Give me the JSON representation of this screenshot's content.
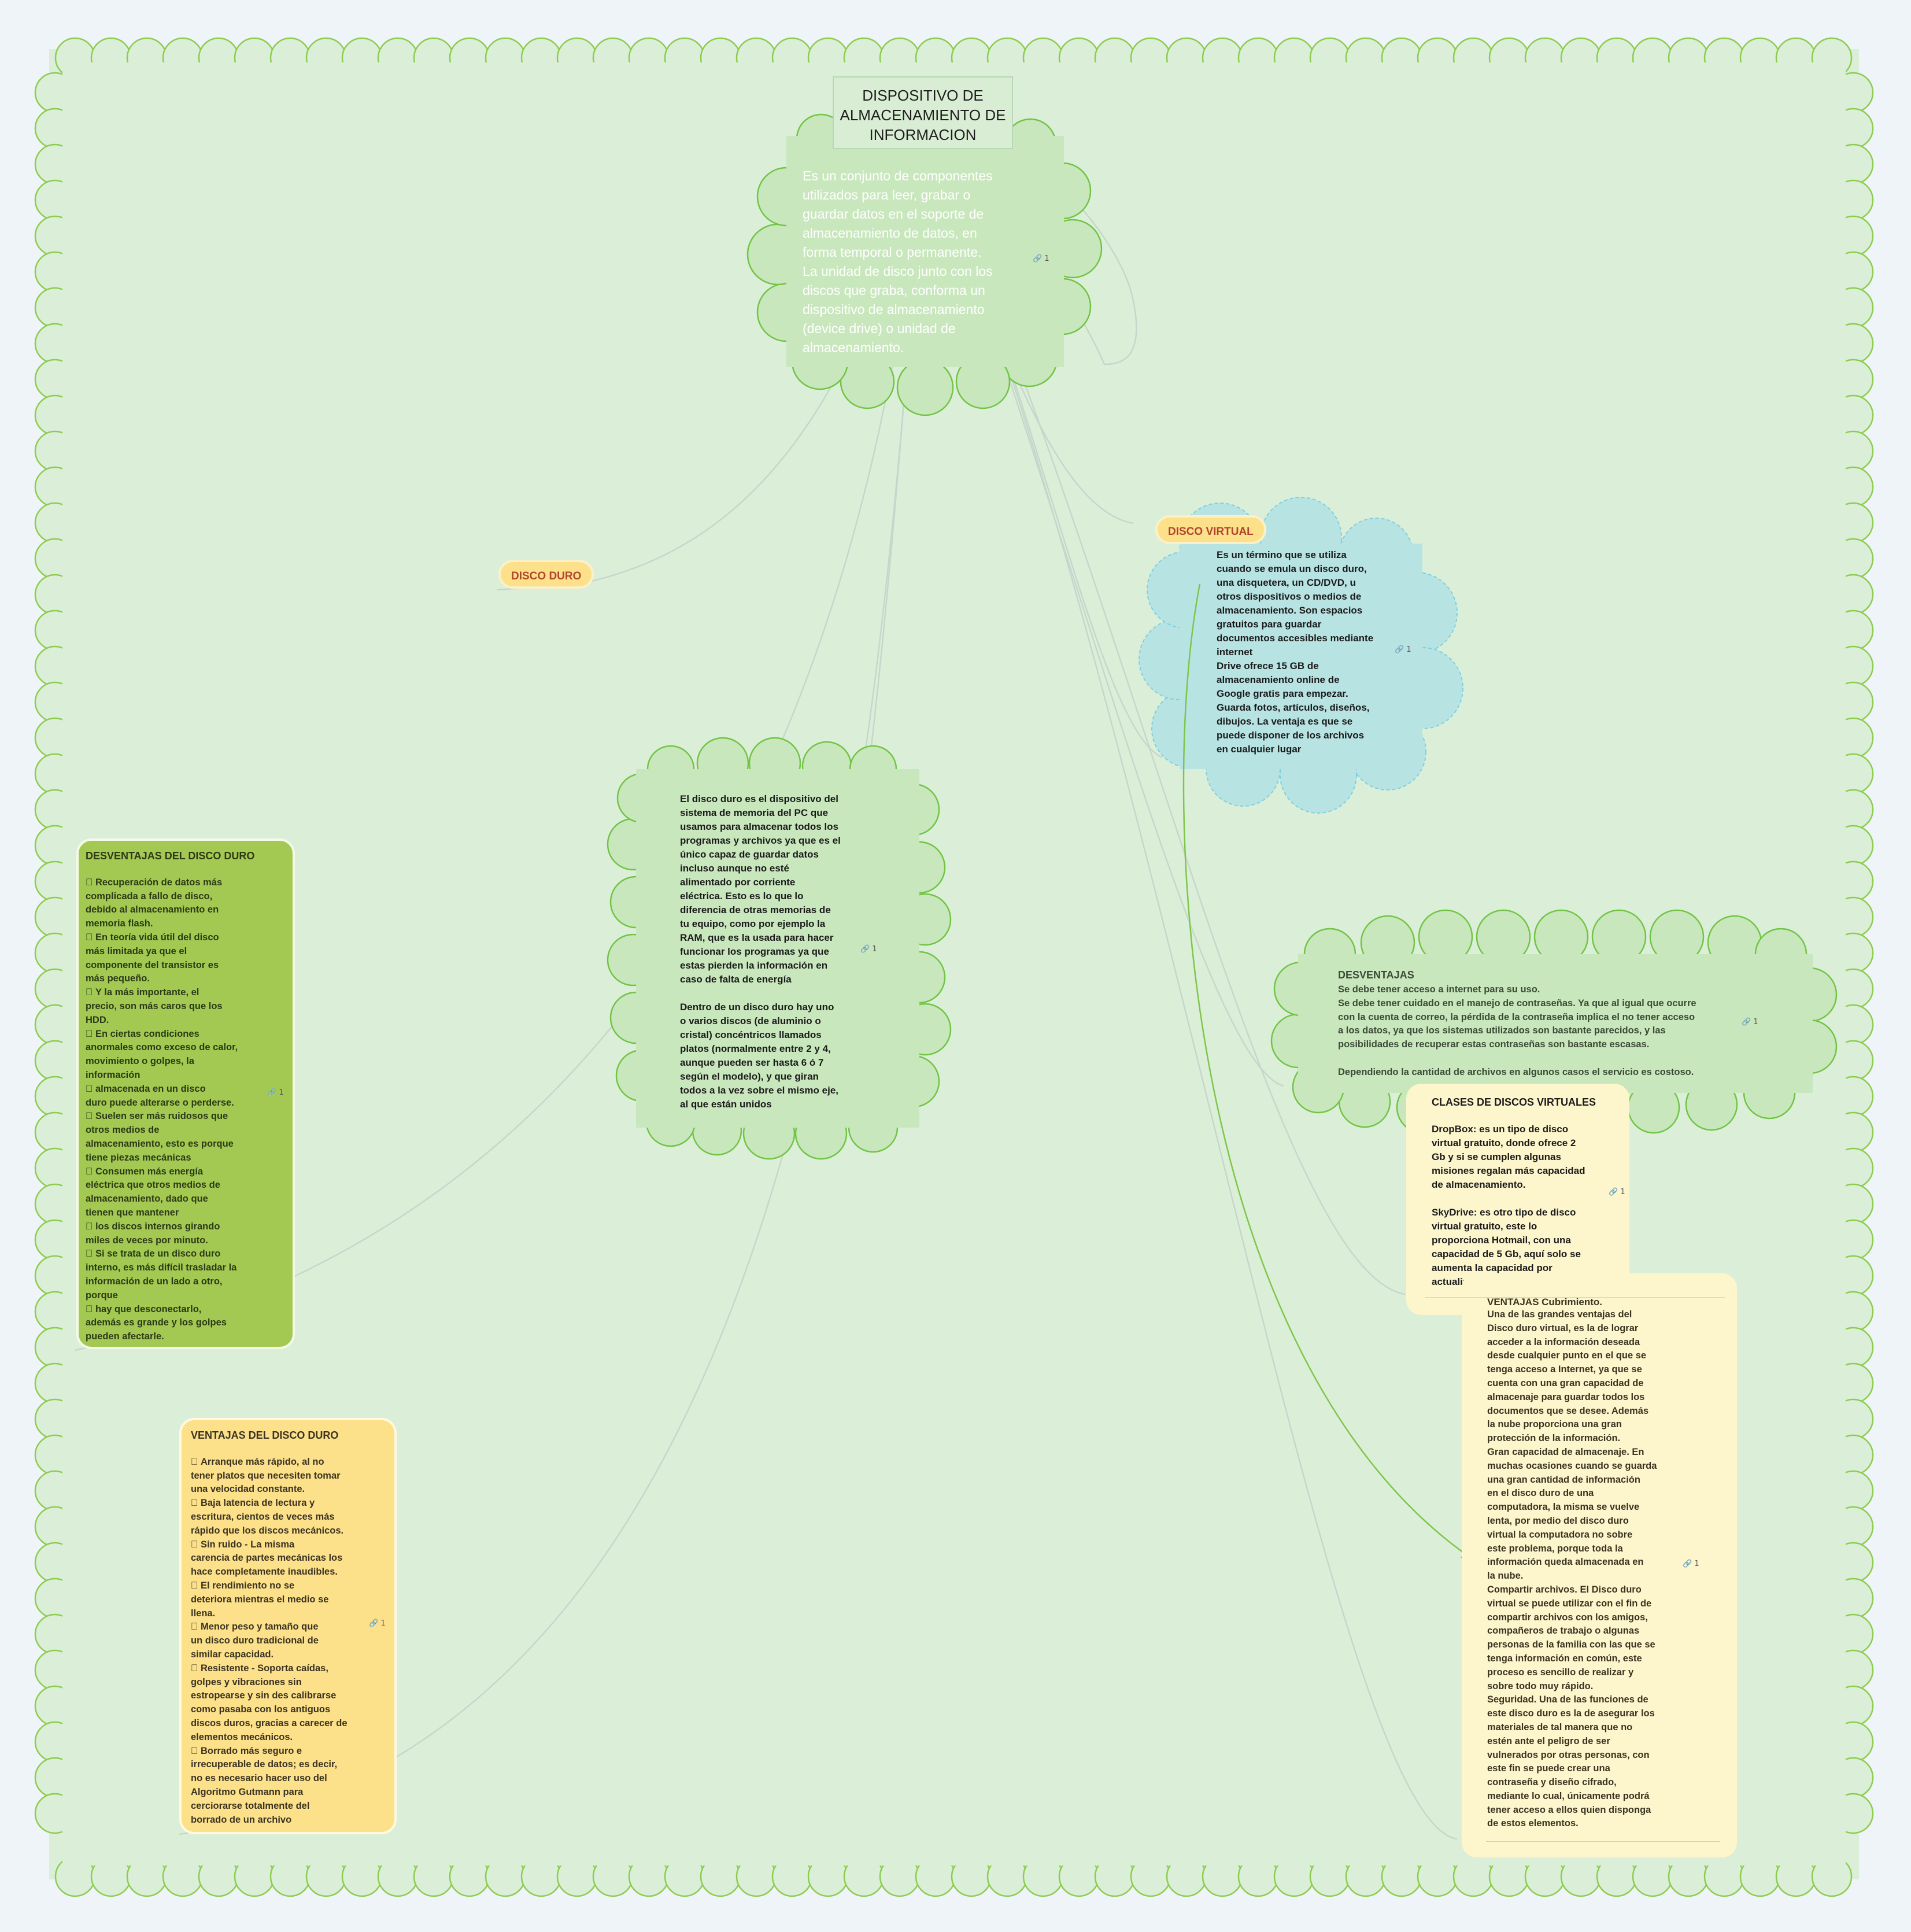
{
  "root": {
    "title": "DISPOSITIVO DE\nALMACENAMIENTO DE\nINFORMACION",
    "description": "Es un conjunto de componentes\nutilizados para leer, grabar o\nguardar datos en el soporte de\nalmacenamiento de datos, en\nforma temporal o permanente.\nLa unidad de disco junto con los\ndiscos que graba, conforma un\ndispositivo de almacenamiento\n(device drive) o unidad de\nalmacenamiento."
  },
  "topics": {
    "disco_duro": "DISCO DURO",
    "disco_virtual": "DISCO VIRTUAL"
  },
  "disco_duro_desc": "El disco duro es el dispositivo del\nsistema de memoria  del PC que\nusamos para almacenar todos los\nprogramas y archivos ya que es el\núnico capaz de guardar datos\nincluso aunque no esté\nalimentado por corriente\neléctrica. Esto es lo que lo\ndiferencia de otras memorias de\ntu equipo, como por ejemplo la\nRAM, que es la usada para hacer\nfuncionar los programas ya que\nestas pierden la información en\ncaso de falta de energía\n\nDentro de un disco duro hay uno\no varios discos (de aluminio o\ncristal) concéntricos llamados\nplatos (normalmente entre 2 y 4,\naunque pueden ser hasta 6 ó 7\nsegún el modelo), y que giran\ntodos a la vez sobre el mismo eje,\nal que están unidos",
  "disco_virtual_desc": "Es un término que se utiliza\ncuando se emula un disco duro,\nuna disquetera, un CD/DVD, u\notros dispositivos o medios de\nalmacenamiento. Son  espacios\ngratuitos para guardar\ndocumentos accesibles mediante\ninternet\nDrive  ofrece 15 GB de\nalmacenamiento online de\nGoogle gratis para empezar.\nGuarda fotos, artículos, diseños,\ndibujos. La ventaja es que se\npuede disponer de los archivos\nen cualquier lugar",
  "desventajas_duro": {
    "header": "DESVENTAJAS DEL DISCO DURO",
    "body": "\n      Recuperación de datos más\ncomplicada a fallo de disco,\ndebido al almacenamiento en\nmemoria flash.\n      En teoría vida útil del disco\nmás limitada ya que el\ncomponente del transistor es\nmás pequeño.\n      Y la más importante, el\nprecio, son más caros que los\nHDD.\n      En ciertas condiciones\nanormales como exceso de calor,\nmovimiento o golpes, la\ninformación\n      almacenada en un disco\nduro puede alterarse o perderse.\n      Suelen ser más ruidosos que\notros medios de\nalmacenamiento, esto es porque\ntiene piezas mecánicas\n      Consumen más energía\neléctrica que otros medios de\nalmacenamiento, dado que\ntienen que mantener\n      los discos internos girando\nmiles de veces por minuto.\n      Si se trata de un disco duro\ninterno, es más difícil trasladar la\ninformación de un lado a otro,\nporque\n      hay que desconectarlo,\nademás es grande y los golpes\npueden afectarle."
  },
  "ventajas_duro": {
    "header": "VENTAJAS DEL DISCO DURO",
    "body": "\n      Arranque más rápido, al no\ntener platos que necesiten tomar\nuna velocidad constante.\n      Baja latencia de lectura y\nescritura, cientos de veces más\nrápido que los discos mecánicos.\n      Sin ruido - La misma\ncarencia de partes mecánicas los\nhace completamente inaudibles.\n      El rendimiento no se\ndeteriora mientras el medio se\nllena.\n      Menor peso y tamaño que\nun disco duro tradicional de\nsimilar capacidad.\n      Resistente - Soporta caídas,\ngolpes y vibraciones sin\nestropearse y sin des calibrarse\ncomo pasaba con los antiguos\ndiscos duros, gracias a carecer de\nelementos mecánicos.\n      Borrado más seguro e\nirrecuperable de datos; es decir,\nno es necesario hacer uso del\nAlgoritmo Gutmann para\ncerciorarse totalmente del\nborrado de un archivo"
  },
  "desventajas_virtual": {
    "header": "DESVENTAJAS",
    "body": "Se debe tener acceso a internet para su uso.\n Se debe tener cuidado en el manejo de contraseñas. Ya que al igual que ocurre\ncon la cuenta de correo, la pérdida de la contraseña implica el no tener acceso\na los datos, ya que los sistemas utilizados son bastante parecidos, y las\nposibilidades de recuperar estas contraseñas son bastante escasas.\n\nDependiendo la cantidad de archivos en algunos casos el servicio es costoso."
  },
  "clases_virtual": {
    "header": "CLASES DE DISCOS VIRTUALES",
    "body": "\nDropBox: es un tipo de disco\nvirtual gratuito, donde ofrece 2\nGb y si se cumplen algunas\nmisiones regalan más capacidad\nde almacenamiento.\n\nSkyDrive: es otro tipo de disco\nvirtual gratuito, este  lo\nproporciona Hotmail, con una\ncapacidad de 5 Gb, aquí solo se\naumenta la capacidad por\nactualizaciones de Hotmail."
  },
  "ventajas_virtual": {
    "header": "VENTAJAS                  Cubrimiento.",
    "body": "Una de las grandes ventajas del\nDisco duro virtual, es la de lograr\nacceder a la información deseada\ndesde cualquier punto en el que se\ntenga acceso a Internet, ya que se\ncuenta con una gran capacidad de\nalmacenaje para guardar todos los\ndocumentos que se desee. Además\nla nube proporciona una gran\nprotección de la información.\nGran capacidad de almacenaje. En\nmuchas ocasiones cuando se guarda\nuna gran cantidad de información\nen el disco duro de una\ncomputadora, la misma se vuelve\nlenta, por medio del disco duro\nvirtual la computadora no sobre\neste problema, porque toda la\ninformación queda almacenada en\nla nube.\n Compartir archivos. El Disco duro\nvirtual se puede utilizar con el fin de\ncompartir archivos con los amigos,\ncompañeros de trabajo o algunas\npersonas de la familia con las que se\ntenga información en común, este\nproceso es sencillo de realizar y\nsobre todo muy rápido.\nSeguridad. Una de las funciones de\neste disco duro es la de asegurar los\nmateriales de tal manera que no\nestén ante el peligro de ser\nvulnerados por otras personas, con\neste fin se puede crear una\ncontraseña y diseño cifrado,\nmediante lo cual, únicamente podrá\ntener acceso a ellos quien disponga\nde estos elementos."
  },
  "link_count": "1",
  "colors": {
    "background": "#eef4f7",
    "canvas_fill": "#dbefd8",
    "canvas_border": "#8ccc4e",
    "cloud_green": "#c9e7bd",
    "cloud_cyan": "#b8e3e3",
    "pill": "#fde08a",
    "green_box": "#a3c953",
    "cream_box": "#fdf6cd"
  }
}
